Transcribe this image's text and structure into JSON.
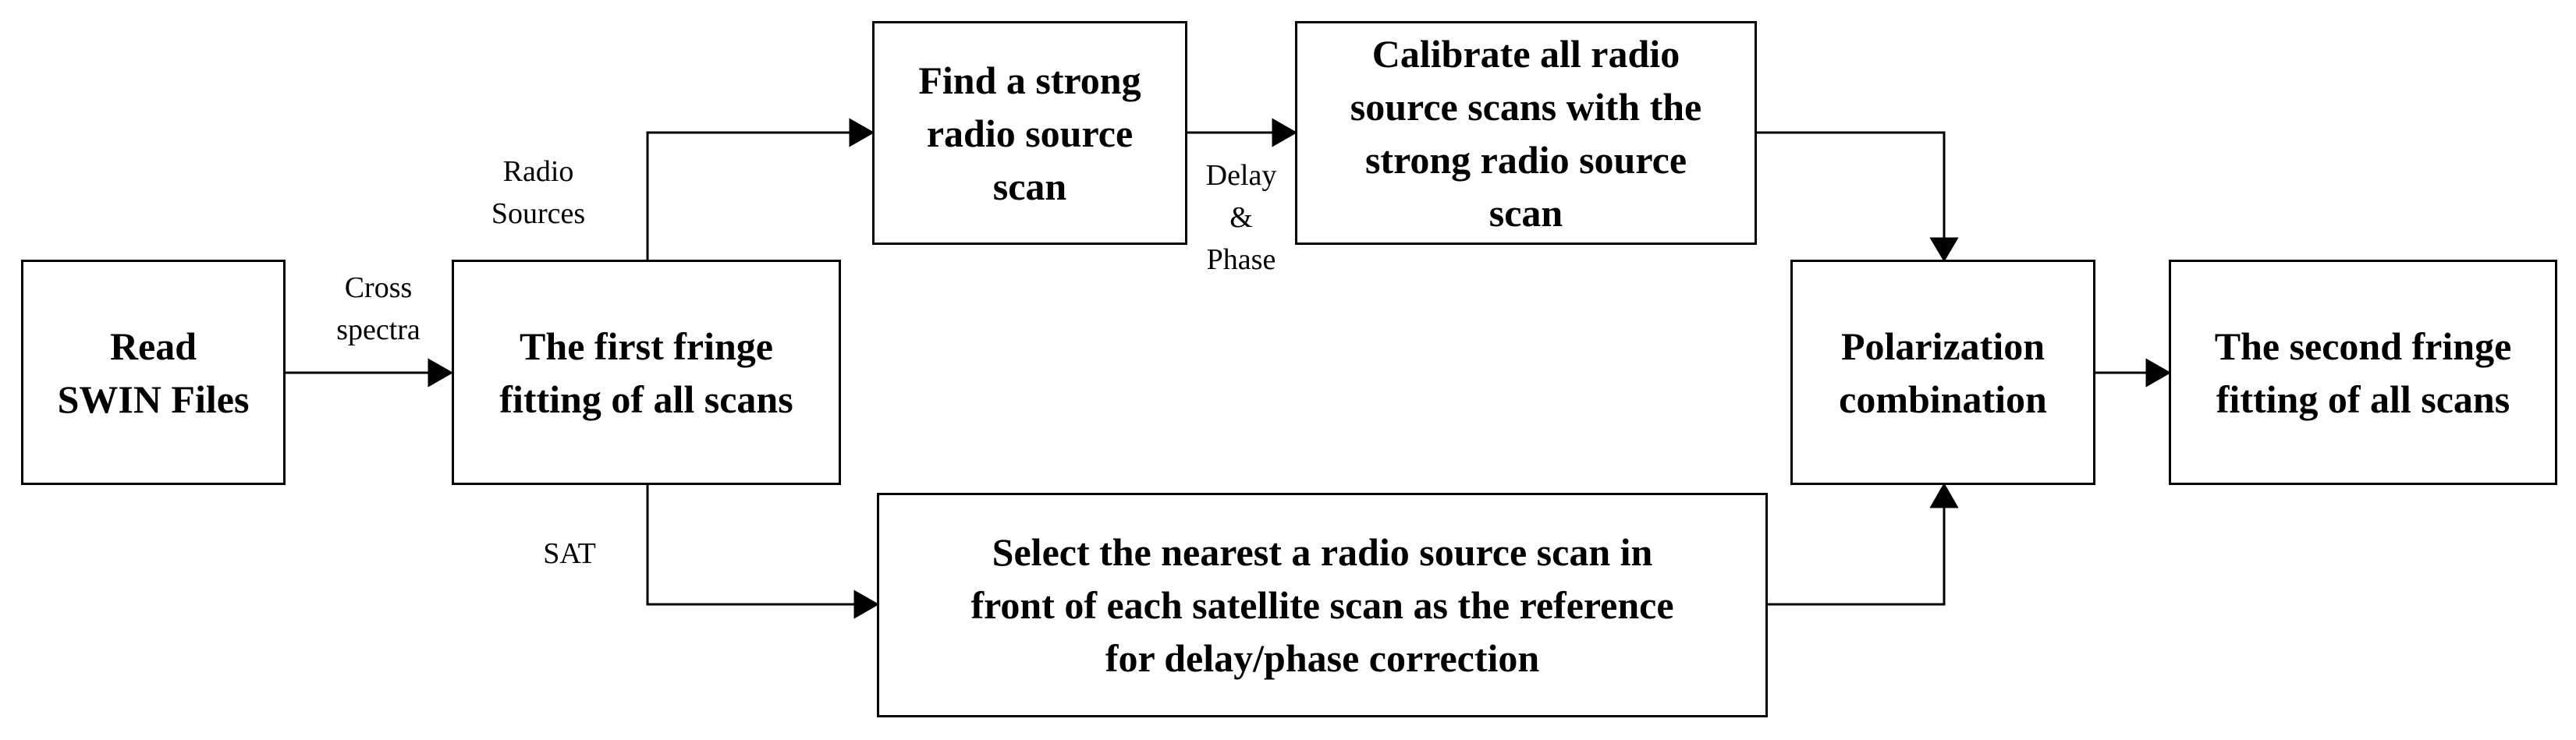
{
  "diagram": {
    "nodes": {
      "read_swin": "Read\nSWIN Files",
      "first_fringe": "The first fringe\nfitting of all scans",
      "find_strong": "Find a strong\nradio source\nscan",
      "calibrate": "Calibrate all radio\nsource scans with the\nstrong radio source\nscan",
      "polarization": "Polarization\ncombination",
      "second_fringe": "The second fringe\nfitting  of all scans",
      "select_nearest": "Select the nearest a radio source scan in\nfront of each satellite scan as the reference\nfor delay/phase correction"
    },
    "edge_labels": {
      "cross_spectra": "Cross\nspectra",
      "radio_sources": "Radio\nSources",
      "sat": "SAT",
      "delay_phase": "Delay\n&\nPhase"
    },
    "colors": {
      "stroke": "#000000",
      "background": "#ffffff"
    }
  }
}
